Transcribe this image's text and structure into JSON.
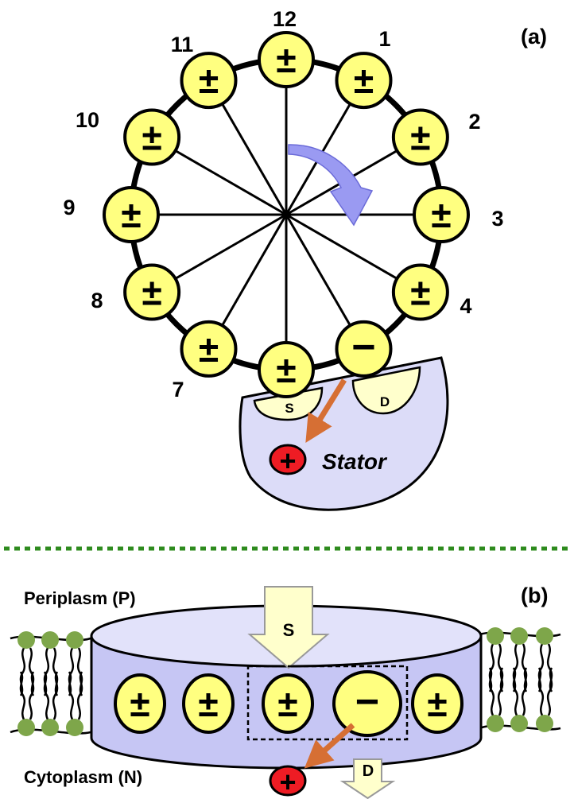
{
  "panel_a": {
    "label": "(a)",
    "rotor_sites": [
      {
        "number": "12",
        "sign": "±"
      },
      {
        "number": "1",
        "sign": "±"
      },
      {
        "number": "2",
        "sign": "±"
      },
      {
        "number": "3",
        "sign": "±"
      },
      {
        "number": "4",
        "sign": "±"
      },
      {
        "number": "",
        "sign": "−"
      },
      {
        "number": "",
        "sign": "±"
      },
      {
        "number": "7",
        "sign": "±"
      },
      {
        "number": "8",
        "sign": "±"
      },
      {
        "number": "9",
        "sign": "±"
      },
      {
        "number": "10",
        "sign": "±"
      },
      {
        "number": "11",
        "sign": "±"
      }
    ],
    "stator": {
      "label": "Stator",
      "site_s": "S",
      "site_d": "D",
      "ion_sign": "+"
    }
  },
  "panel_b": {
    "label": "(b)",
    "periplasm": "Periplasm (P)",
    "cytoplasm": "Cytoplasm (N)",
    "arrow_in": "S",
    "arrow_out": "D",
    "ion_sign": "+",
    "sites": [
      {
        "sign": "±"
      },
      {
        "sign": "±"
      },
      {
        "sign": "±"
      },
      {
        "sign": "−"
      },
      {
        "sign": "±"
      }
    ]
  },
  "colors": {
    "site_fill": "#ffff80",
    "stator_fill": "#dcdcf8",
    "pocket_fill": "#ffffcc",
    "rotation_arrow": "#9a9af2",
    "transfer_arrow": "#d66f34",
    "ion_fill": "#ee1c24",
    "lipid_head": "#7ea64a",
    "divider": "#2e8b1e",
    "drum_fill": "#c6c6f4",
    "drum_top": "#e2e2fa",
    "channel_arrow": "#ffffcc"
  }
}
